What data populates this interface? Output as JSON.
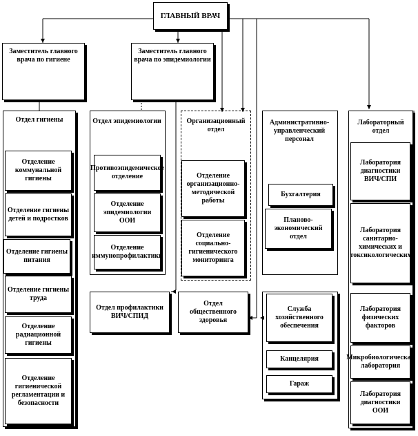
{
  "chief": "ГЛАВНЫЙ ВРАЧ",
  "deputy_hygiene": "Заместитель главного врача по гигиене",
  "deputy_epid": "Заместитель главного врача по эпидемиологии",
  "dept_hygiene": {
    "title": "Отдел гигиены",
    "items": [
      "Отделение коммунальной гигиены",
      "Отделение гигиены детей и подростков",
      "Отделение гигиены питания",
      "Отделение гигиены труда",
      "Отделение радиационной гигиены",
      "Отделение гигиенической регламентации и безопасности"
    ]
  },
  "dept_epid": {
    "title": "Отдел эпидемиологии",
    "items": [
      "Противоэпидемическое отделение",
      "Отделение эпидемиологии ООИ",
      "Отделение иммунопрофилактики"
    ]
  },
  "dept_org": {
    "title": "Организационный отдел",
    "items": [
      "Отделение организационно-методической работы",
      "Отделение социально-гигиенического мониторинга"
    ]
  },
  "dept_admin": {
    "title": "Административно-управленческий персонал",
    "items": [
      "Бухгалтерия",
      "Планово-экономический отдел"
    ]
  },
  "dept_lab": {
    "title": "Лабораторный отдел",
    "items": [
      "Лаборатория диагностики ВИЧ/СПИ",
      "Лаборатория санитарно-химических и токсикологических",
      "Лаборатория физических факторов",
      "Микробиологическая лаборатория",
      "Лаборатория диагностики ООИ"
    ]
  },
  "hiv_dept": "Отдел профилактики ВИЧ/СПИД",
  "public_health_dept": "Отдел общественного здоровья",
  "service": {
    "items": [
      "Служба хозяйственного обеспечения",
      "Канцелярия",
      "Гараж"
    ]
  }
}
